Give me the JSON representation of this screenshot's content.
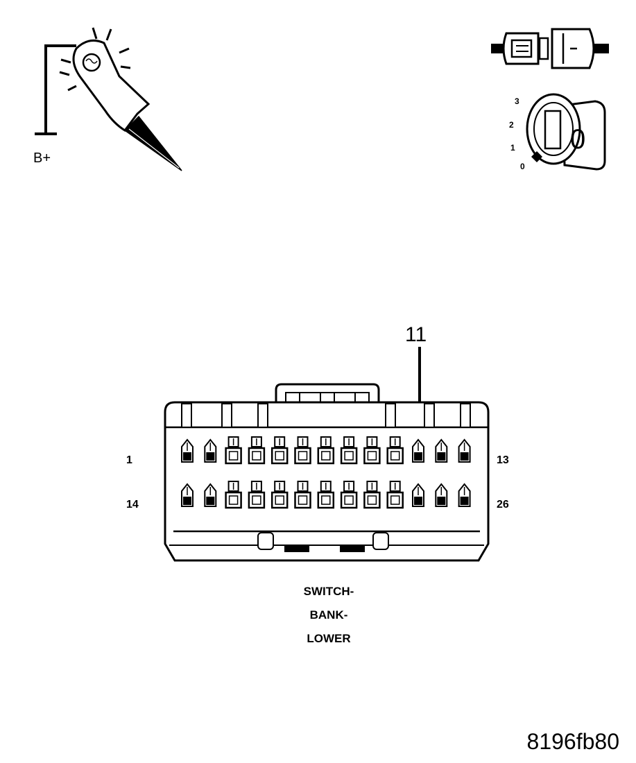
{
  "probe": {
    "supply_label": "B+"
  },
  "ignition": {
    "positions": [
      "0",
      "1",
      "2",
      "3"
    ],
    "key_label": "0"
  },
  "connector": {
    "callout_pin": "11",
    "row_labels": {
      "top_left": "1",
      "top_right": "13",
      "bottom_left": "14",
      "bottom_right": "26"
    },
    "caption_lines": [
      "SWITCH-",
      "BANK-",
      "LOWER"
    ],
    "pins_per_row": 13
  },
  "figure_id": "8196fb80"
}
